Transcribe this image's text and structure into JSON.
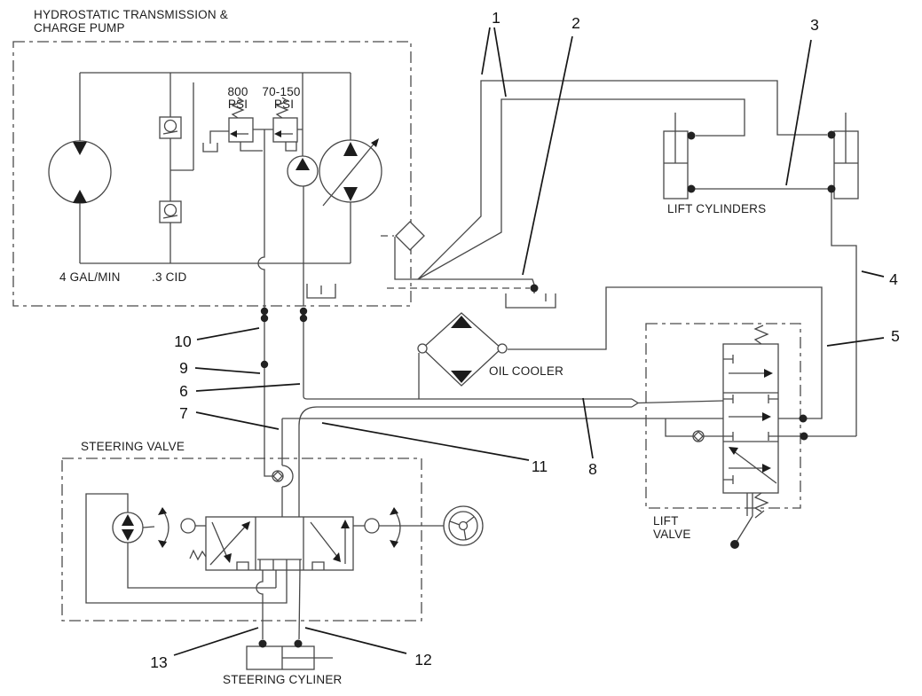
{
  "diagram": {
    "title_line1": "HYDROSTATIC TRANSMISSION &",
    "title_line2": "CHARGE PUMP",
    "labels": {
      "relief1_l1": "800",
      "relief1_l2": "PSI",
      "relief2_l1": "70-150",
      "relief2_l2": "PSI",
      "flow_rate": "4 GAL/MIN",
      "displacement": ".3 CID",
      "lift_cylinders": "LIFT CYLINDERS",
      "oil_cooler": "OIL COOLER",
      "lift_valve_l1": "LIFT",
      "lift_valve_l2": "VALVE",
      "steering_valve": "STEERING VALVE",
      "steering_cylinder": "STEERING CYLINER"
    },
    "callouts": [
      "1",
      "2",
      "3",
      "4",
      "5",
      "6",
      "7",
      "8",
      "9",
      "10",
      "11",
      "12",
      "13"
    ],
    "colors": {
      "background": "#ffffff",
      "circuit_line": "#474747",
      "callout_line": "#161616",
      "text": "#1d1d1d"
    }
  }
}
